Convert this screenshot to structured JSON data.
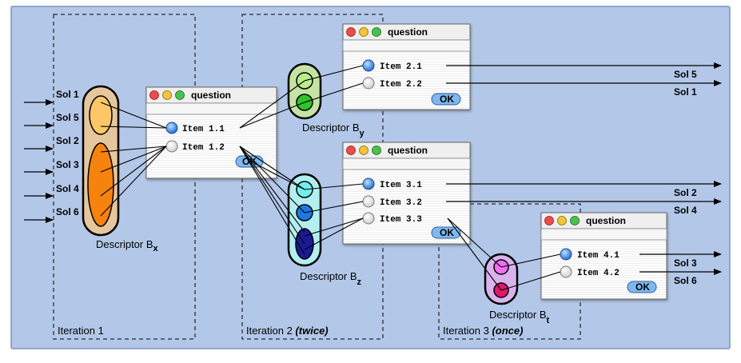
{
  "colors": {
    "canvas": "#b3c8e8",
    "canvas_border": "#7f93b8",
    "arrow": "#000000",
    "radio_selected": "#3b8fe0",
    "ok_button": "#7fb8ee"
  },
  "iterations": [
    {
      "label": "Iteration 1",
      "note": ""
    },
    {
      "label": "Iteration 2",
      "note": "(twice)"
    },
    {
      "label": "Iteration 3",
      "note": "(once)"
    }
  ],
  "inputs": {
    "sols": [
      "Sol 1",
      "Sol 5",
      "Sol 2",
      "Sol 3",
      "Sol 4",
      "Sol 6"
    ]
  },
  "descriptors": [
    {
      "base": "Descriptor B",
      "sub": "x",
      "colors": [
        "#fcc766",
        "#f7830f"
      ]
    },
    {
      "base": "Descriptor B",
      "sub": "y",
      "colors": [
        "#b8ee8c",
        "#2ec42a"
      ]
    },
    {
      "base": "Descriptor B",
      "sub": "z",
      "colors": [
        "#6ff0ee",
        "#1f78e2",
        "#1a1a96"
      ]
    },
    {
      "base": "Descriptor B",
      "sub": "t",
      "colors": [
        "#f56ff2",
        "#e0176c"
      ]
    }
  ],
  "dialogs": [
    {
      "title": "question",
      "ok": "OK",
      "items": [
        {
          "label": "Item 1.1",
          "selected": true
        },
        {
          "label": "Item 1.2",
          "selected": false
        }
      ]
    },
    {
      "title": "question",
      "ok": "OK",
      "items": [
        {
          "label": "Item 2.1",
          "selected": true
        },
        {
          "label": "Item 2.2",
          "selected": false
        }
      ]
    },
    {
      "title": "question",
      "ok": "OK",
      "items": [
        {
          "label": "Item 3.1",
          "selected": true
        },
        {
          "label": "Item 3.2",
          "selected": false
        },
        {
          "label": "Item 3.3",
          "selected": false
        }
      ]
    },
    {
      "title": "question",
      "ok": "OK",
      "items": [
        {
          "label": "Item 4.1",
          "selected": true
        },
        {
          "label": "Item 4.2",
          "selected": false
        }
      ]
    }
  ],
  "outputs": [
    "Sol 5",
    "Sol 1",
    "Sol 2",
    "Sol 4",
    "Sol 3",
    "Sol 6"
  ]
}
